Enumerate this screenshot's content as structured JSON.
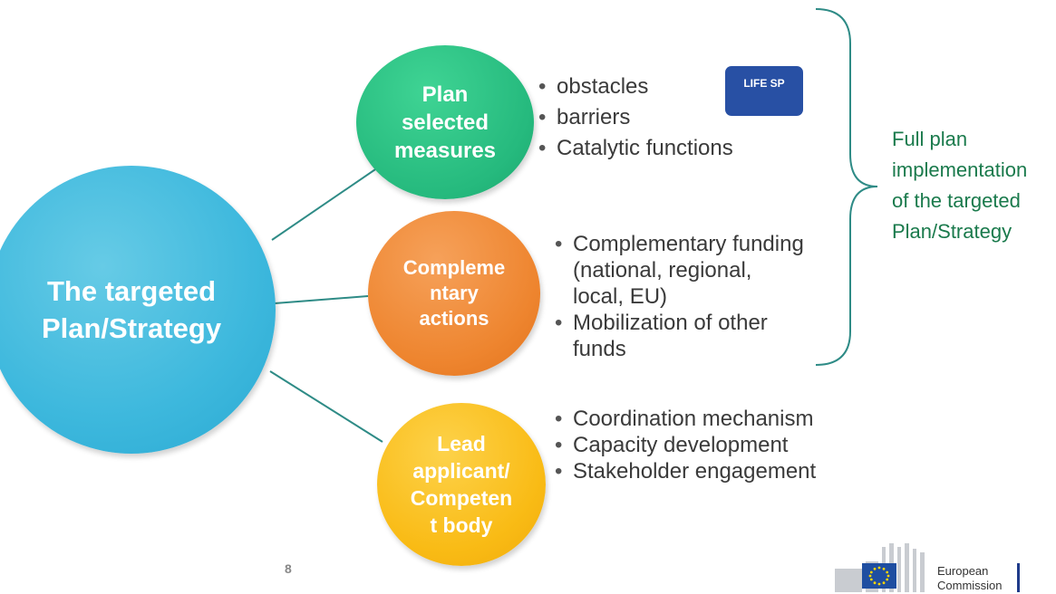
{
  "diagram": {
    "main": {
      "label": "The targeted\nPlan/Strategy"
    },
    "nodes": [
      {
        "label": "Plan\nselected\nmeasures",
        "color": "#25b97d",
        "bullets": [
          "obstacles",
          "barriers",
          "Catalytic functions"
        ]
      },
      {
        "label": "Compleme\nntary\nactions",
        "color": "#ee852f",
        "bullets": [
          "Complementary funding (national, regional, local, EU)",
          "Mobilization of other funds"
        ]
      },
      {
        "label": "Lead\napplicant/\nCompeten\nt body",
        "color": "#f9bb15",
        "bullets": [
          "Coordination mechanism",
          "Capacity development",
          "Stakeholder engagement"
        ]
      }
    ],
    "main_color": "#3db8dd",
    "connector_color": "#2e8b86",
    "brace_color": "#2e8b86"
  },
  "badge": {
    "label": "LIFE SP",
    "color": "#2850a4"
  },
  "brace_label": "Full plan\nimplementation\nof the targeted\nPlan/Strategy",
  "footer": {
    "page_number": "8",
    "logo_text": "European\nCommission"
  }
}
